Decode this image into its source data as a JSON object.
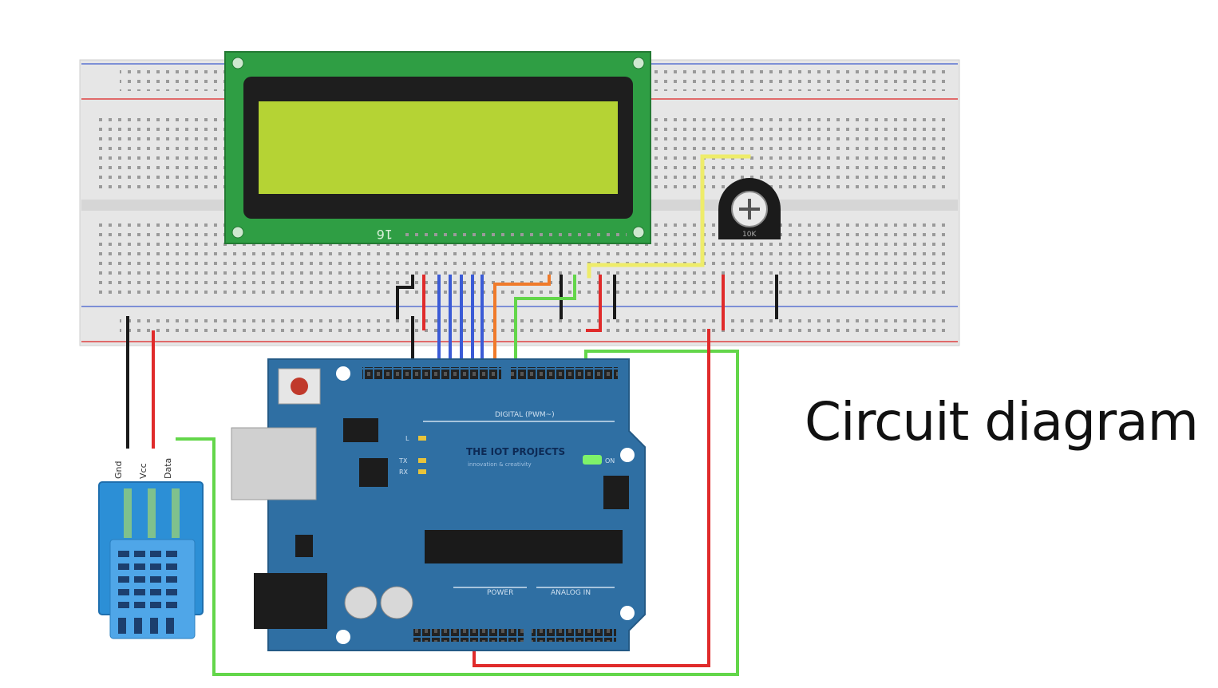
{
  "caption": "Circuit diagram",
  "lcd": {
    "pin_label": "16"
  },
  "potentiometer": {
    "label": "10K"
  },
  "dht_sensor": {
    "pins": [
      "Gnd",
      "Vcc",
      "Data"
    ]
  },
  "arduino": {
    "brand": "THE IOT PROJECTS",
    "brand_sub": "innovation & creativity",
    "digital_label": "DIGITAL (PWM~)",
    "power_label": "POWER",
    "analog_label": "ANALOG IN",
    "l_label": "L",
    "tx_label": "TX",
    "rx_label": "RX",
    "on_label": "ON"
  },
  "colors": {
    "lcd_frame": "#2f9e44",
    "lcd_screen": "#b5d334",
    "arduino_board": "#2f6fa3",
    "dht_body": "#2c8fd6",
    "wire_red": "#e02b2b",
    "wire_black": "#1a1a1a",
    "wire_green": "#63d64a",
    "wire_blue": "#3b5bd6",
    "wire_orange": "#f07a2a",
    "wire_yellow": "#eeec6a"
  }
}
